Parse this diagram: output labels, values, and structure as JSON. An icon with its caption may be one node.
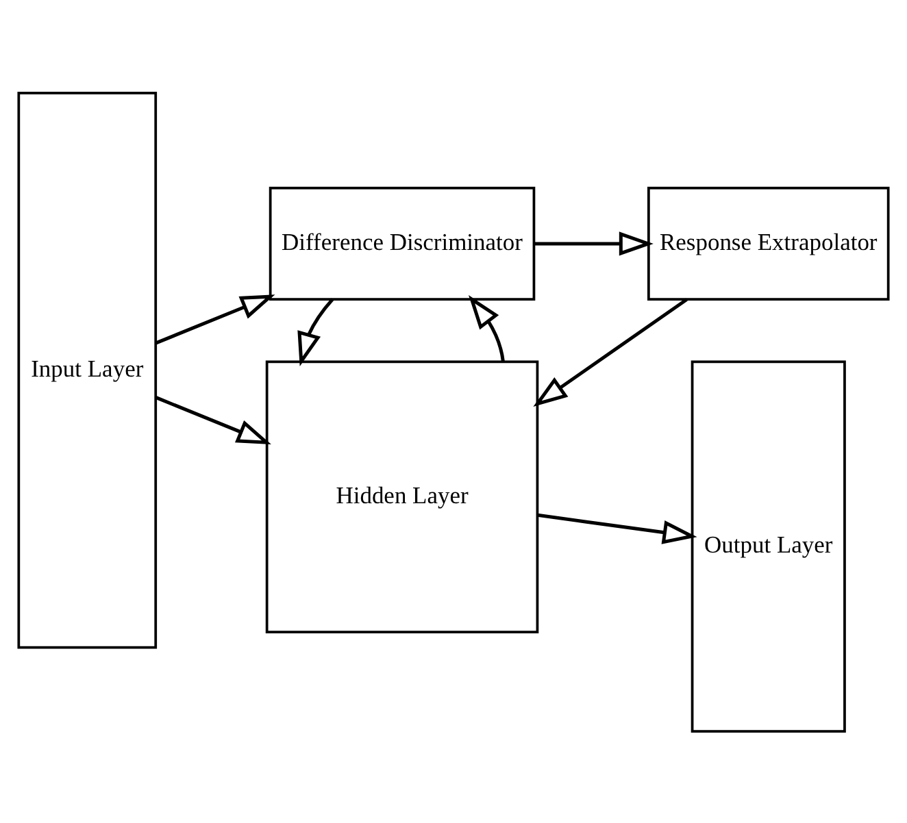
{
  "diagram": {
    "nodes": [
      {
        "text": [
          "Input Layer"
        ]
      },
      {
        "text": [
          "Hidden Layer"
        ]
      },
      {
        "text": [
          "Output Layer"
        ]
      },
      {
        "text": [
          "Difference Discriminator"
        ]
      },
      {
        "text": [
          "Response Extrapolator"
        ]
      }
    ],
    "edges": [
      {
        "from": 0,
        "to": 1,
        "arrow": "to"
      },
      {
        "from": 1,
        "to": 2,
        "arrow": "to"
      },
      {
        "from": 1,
        "to": 3,
        "arrow": "to"
      },
      {
        "from": 3,
        "to": 1,
        "arrow": "to"
      },
      {
        "from": 4,
        "to": 1,
        "arrow": "to"
      },
      {
        "from": 0,
        "to": 3,
        "arrow": "to"
      },
      {
        "from": 3,
        "to": 4,
        "arrow": "to"
      }
    ]
  }
}
